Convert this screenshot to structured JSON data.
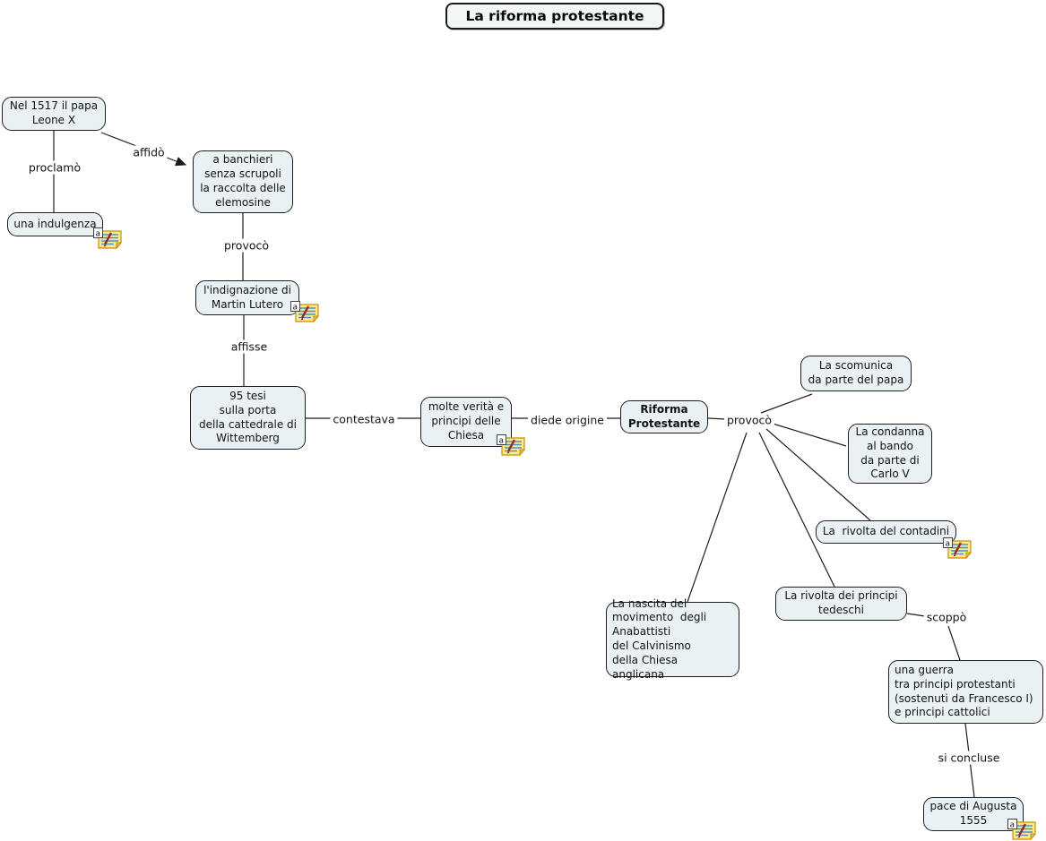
{
  "title": "La riforma protestante",
  "colors": {
    "node_fill": "#e9f1f4",
    "node_border": "#1f1f1f",
    "line": "#1f1f1f",
    "note_yellow": "#ffe98f",
    "note_border": "#c98f00",
    "note_lines_blue": "#4a8fd4",
    "pen_red": "#9c2a1f"
  },
  "nodes": {
    "papa": {
      "text": "Nel 1517 il papa\nLeone X"
    },
    "indulgenza": {
      "text": "una indulgenza",
      "has_annotation": true
    },
    "banchieri": {
      "text": "a banchieri\nsenza scrupoli\nla raccolta delle\nelemosine"
    },
    "indignazione": {
      "text": "l'indignazione di\nMartin Lutero",
      "has_annotation": true
    },
    "tesi": {
      "text": "95 tesi\nsulla porta\ndella cattedrale di\nWittemberg"
    },
    "verita": {
      "text": "molte verità e\nprincipi delle\nChiesa",
      "has_annotation": true
    },
    "riforma": {
      "text": "Riforma\nProtestante"
    },
    "scomunica": {
      "text": "La scomunica\nda parte del papa"
    },
    "condanna": {
      "text": "La condanna\nal bando\nda parte di\nCarlo V"
    },
    "contadini": {
      "text": "La  rivolta del contadini",
      "has_annotation": true
    },
    "tedeschi": {
      "text": "La rivolta dei principi\ntedeschi"
    },
    "nascita": {
      "text": "La nascita del\nmovimento  degli\nAnabattisti\ndel Calvinismo\ndella Chiesa anglicana"
    },
    "guerra": {
      "text": "una guerra\ntra principi protestanti\n(sostenuti da Francesco I)\ne principi cattolici"
    },
    "pace": {
      "text": "pace di Augusta\n1555",
      "has_annotation": true
    }
  },
  "links": [
    {
      "from": "papa",
      "to": [
        "indulgenza"
      ],
      "label": "proclamò"
    },
    {
      "from": "papa",
      "to": [
        "banchieri"
      ],
      "label": "affidò",
      "arrow": true
    },
    {
      "from": "banchieri",
      "to": [
        "indignazione"
      ],
      "label": "provocò"
    },
    {
      "from": "indignazione",
      "to": [
        "tesi"
      ],
      "label": "affisse"
    },
    {
      "from": "tesi",
      "to": [
        "verita"
      ],
      "label": "contestava"
    },
    {
      "from": "verita",
      "to": [
        "riforma"
      ],
      "label": "diede origine"
    },
    {
      "from": "riforma",
      "to": [
        "scomunica",
        "condanna",
        "contadini",
        "tedeschi",
        "nascita"
      ],
      "label": "provocò"
    },
    {
      "from": "tedeschi",
      "to": [
        "guerra"
      ],
      "label": "scoppò"
    },
    {
      "from": "guerra",
      "to": [
        "pace"
      ],
      "label": "si concluse"
    }
  ],
  "icons": {
    "annotation_label": "a"
  }
}
